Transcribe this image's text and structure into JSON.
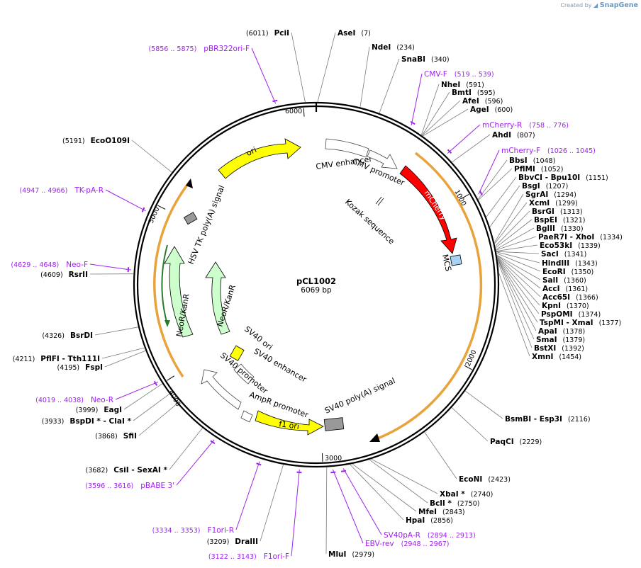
{
  "credit": {
    "prefix": "Created by",
    "brand": "SnapGene"
  },
  "plasmid": {
    "name": "pCL1002",
    "size_label": "6069 bp",
    "length": 6069
  },
  "ticks": [
    "1000",
    "2000",
    "3000",
    "4000",
    "5000",
    "6000"
  ],
  "sites": [
    {
      "name": "PciI",
      "pos": "(6011)"
    },
    {
      "name": "AseI",
      "pos": "(7)"
    },
    {
      "name": "NdeI",
      "pos": "(234)"
    },
    {
      "name": "SnaBI",
      "pos": "(340)"
    },
    {
      "name": "NheI",
      "pos": "(591)"
    },
    {
      "name": "BmtI",
      "pos": "(595)"
    },
    {
      "name": "AfeI",
      "pos": "(596)"
    },
    {
      "name": "AgeI",
      "pos": "(600)"
    },
    {
      "name": "AhdI",
      "pos": "(807)"
    },
    {
      "name": "BbsI",
      "pos": "(1048)"
    },
    {
      "name": "PflMI",
      "pos": "(1052)"
    },
    {
      "name": "BbvCI  - Bpu10I",
      "pos": "(1151)"
    },
    {
      "name": "BsgI",
      "pos": "(1207)"
    },
    {
      "name": "SgrAI",
      "pos": "(1294)"
    },
    {
      "name": "XcmI",
      "pos": "(1299)"
    },
    {
      "name": "BsrGI",
      "pos": "(1313)"
    },
    {
      "name": "BspEI",
      "pos": "(1321)"
    },
    {
      "name": "BglII",
      "pos": "(1330)"
    },
    {
      "name": "PaeR7I  - XhoI",
      "pos": "(1334)"
    },
    {
      "name": "Eco53kI",
      "pos": "(1339)"
    },
    {
      "name": "SacI",
      "pos": "(1341)"
    },
    {
      "name": "HindIII",
      "pos": "(1343)"
    },
    {
      "name": "EcoRI",
      "pos": "(1350)"
    },
    {
      "name": "SalI",
      "pos": "(1360)"
    },
    {
      "name": "AccI",
      "pos": "(1361)"
    },
    {
      "name": "Acc65I",
      "pos": "(1366)"
    },
    {
      "name": "KpnI",
      "pos": "(1370)"
    },
    {
      "name": "PspOMI",
      "pos": "(1374)"
    },
    {
      "name": "TspMI  - XmaI",
      "pos": "(1377)"
    },
    {
      "name": "ApaI",
      "pos": "(1378)"
    },
    {
      "name": "SmaI",
      "pos": "(1379)"
    },
    {
      "name": "BstXI",
      "pos": "(1392)"
    },
    {
      "name": "XmnI",
      "pos": "(1454)"
    },
    {
      "name": "BsmBI  - Esp3I",
      "pos": "(2116)"
    },
    {
      "name": "PaqCI",
      "pos": "(2229)"
    },
    {
      "name": "EcoNI",
      "pos": "(2423)"
    },
    {
      "name": "XbaI *",
      "pos": "(2740)"
    },
    {
      "name": "BclI *",
      "pos": "(2750)"
    },
    {
      "name": "MfeI",
      "pos": "(2843)"
    },
    {
      "name": "HpaI",
      "pos": "(2856)"
    },
    {
      "name": "MluI",
      "pos": "(2979)"
    },
    {
      "name": "DraIII",
      "pos": "(3209)"
    },
    {
      "name": "CsiI  - SexAI *",
      "pos": "(3682)"
    },
    {
      "name": "SfiI",
      "pos": "(3868)"
    },
    {
      "name": "BspDI *  - ClaI *",
      "pos": "(3933)"
    },
    {
      "name": "EagI",
      "pos": "(3999)"
    },
    {
      "name": "FspI",
      "pos": "(4195)"
    },
    {
      "name": "PflFI  - Tth111I",
      "pos": "(4211)"
    },
    {
      "name": "BsrDI",
      "pos": "(4326)"
    },
    {
      "name": "RsrII",
      "pos": "(4609)"
    },
    {
      "name": "EcoO109I",
      "pos": "(5191)"
    }
  ],
  "primers": [
    {
      "name": "pBR322ori-F",
      "range": "(5856 .. 5875)"
    },
    {
      "name": "CMV-F",
      "range": "(519 .. 539)"
    },
    {
      "name": "mCherry-R",
      "range": "(758 .. 776)"
    },
    {
      "name": "mCherry-F",
      "range": "(1026 .. 1045)"
    },
    {
      "name": "TK-pA-R",
      "range": "(4947 .. 4966)"
    },
    {
      "name": "Neo-F",
      "range": "(4629 .. 4648)"
    },
    {
      "name": "Neo-R",
      "range": "(4019 .. 4038)"
    },
    {
      "name": "pBABE 3'",
      "range": "(3596 .. 3616)"
    },
    {
      "name": "F1ori-R",
      "range": "(3334 .. 3353)"
    },
    {
      "name": "F1ori-F",
      "range": "(3122 .. 3143)"
    },
    {
      "name": "SV40pA-R",
      "range": "(2894 .. 2913)"
    },
    {
      "name": "EBV-rev",
      "range": "(2948 .. 2967)"
    }
  ],
  "features": {
    "ori": "ori",
    "cmv_enhancer": "CMV enhancer",
    "cmv_promoter": "CMV promoter",
    "mcherry": "mCherry",
    "kozak": "Kozak sequence",
    "mcs": "MCS",
    "hsv_tk_polya": "HSV TK poly(A) signal",
    "neor_outer": "NeoR/KanR",
    "neor_inner": "NeoR/KanR",
    "sv40_ori": "SV40 ori",
    "sv40_enhancer": "SV40 enhancer",
    "sv40_promoter": "SV40 promoter",
    "ampr_promoter": "AmpR promoter",
    "f1_ori": "f1 ori",
    "sv40_polya": "SV40 poly(A) signal"
  },
  "colors": {
    "backbone": "#000000",
    "ori": "#ffff00",
    "mcherry": "#ff0000",
    "neor": "#ccffcc",
    "promoter": "#ffffff",
    "orf_highlight": "#e8a33a",
    "terminator": "#999999",
    "mcs": "#a6d3f5",
    "primer": "#a020f0"
  }
}
